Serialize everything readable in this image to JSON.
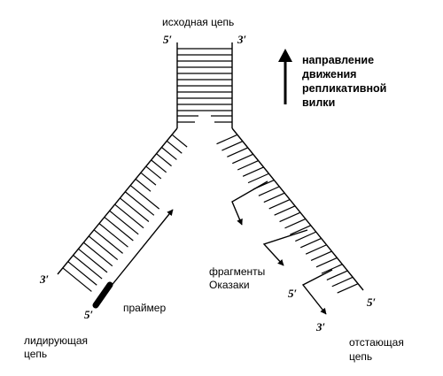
{
  "labels": {
    "parent_strand": "исходная цепь",
    "fork_direction_line1": "направление",
    "fork_direction_line2": "движения",
    "fork_direction_line3": "репликативной",
    "fork_direction_line4": "вилки",
    "okazaki_line1": "фрагменты",
    "okazaki_line2": "Оказаки",
    "primer": "праймер",
    "leading_line1": "лидирующая",
    "leading_line2": "цепь",
    "lagging_line1": "отстающая",
    "lagging_line2": "цепь"
  },
  "ends": {
    "top_left": "5′",
    "top_right": "3′",
    "leading_left": "3′",
    "leading_bottom": "5′",
    "lagging_bottom": "3′",
    "lagging_left": "5′",
    "lagging_right": "5′"
  },
  "colors": {
    "ink": "#000000",
    "background": "#ffffff"
  }
}
